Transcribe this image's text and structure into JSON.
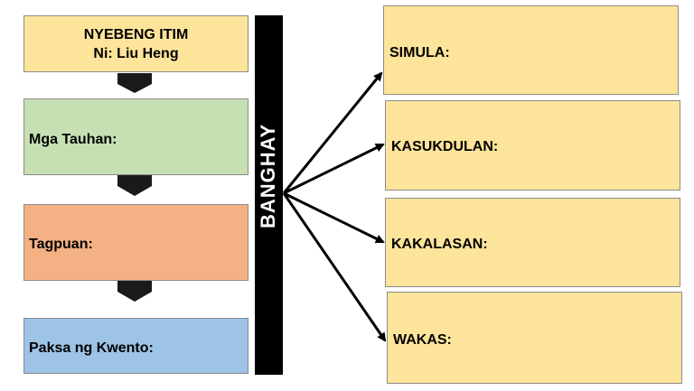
{
  "title_box": {
    "line1": "NYEBENG ITIM",
    "line2": "Ni: Liu Heng",
    "color": "#fde49b"
  },
  "left_boxes": [
    {
      "label": "Mga Tauhan:",
      "color": "#c6e0b4"
    },
    {
      "label": "Tagpuan:",
      "color": "#f4b183"
    },
    {
      "label": "Paksa ng Kwento:",
      "color": "#9dc3e6"
    }
  ],
  "center_bar": {
    "label": "BANGHAY",
    "color": "#000000"
  },
  "right_boxes": [
    {
      "label": "SIMULA:",
      "color": "#fde49b"
    },
    {
      "label": "KASUKDULAN:",
      "color": "#fde49b"
    },
    {
      "label": "KAKALASAN:",
      "color": "#fde49b"
    },
    {
      "label": "WAKAS:",
      "color": "#fde49b"
    }
  ]
}
